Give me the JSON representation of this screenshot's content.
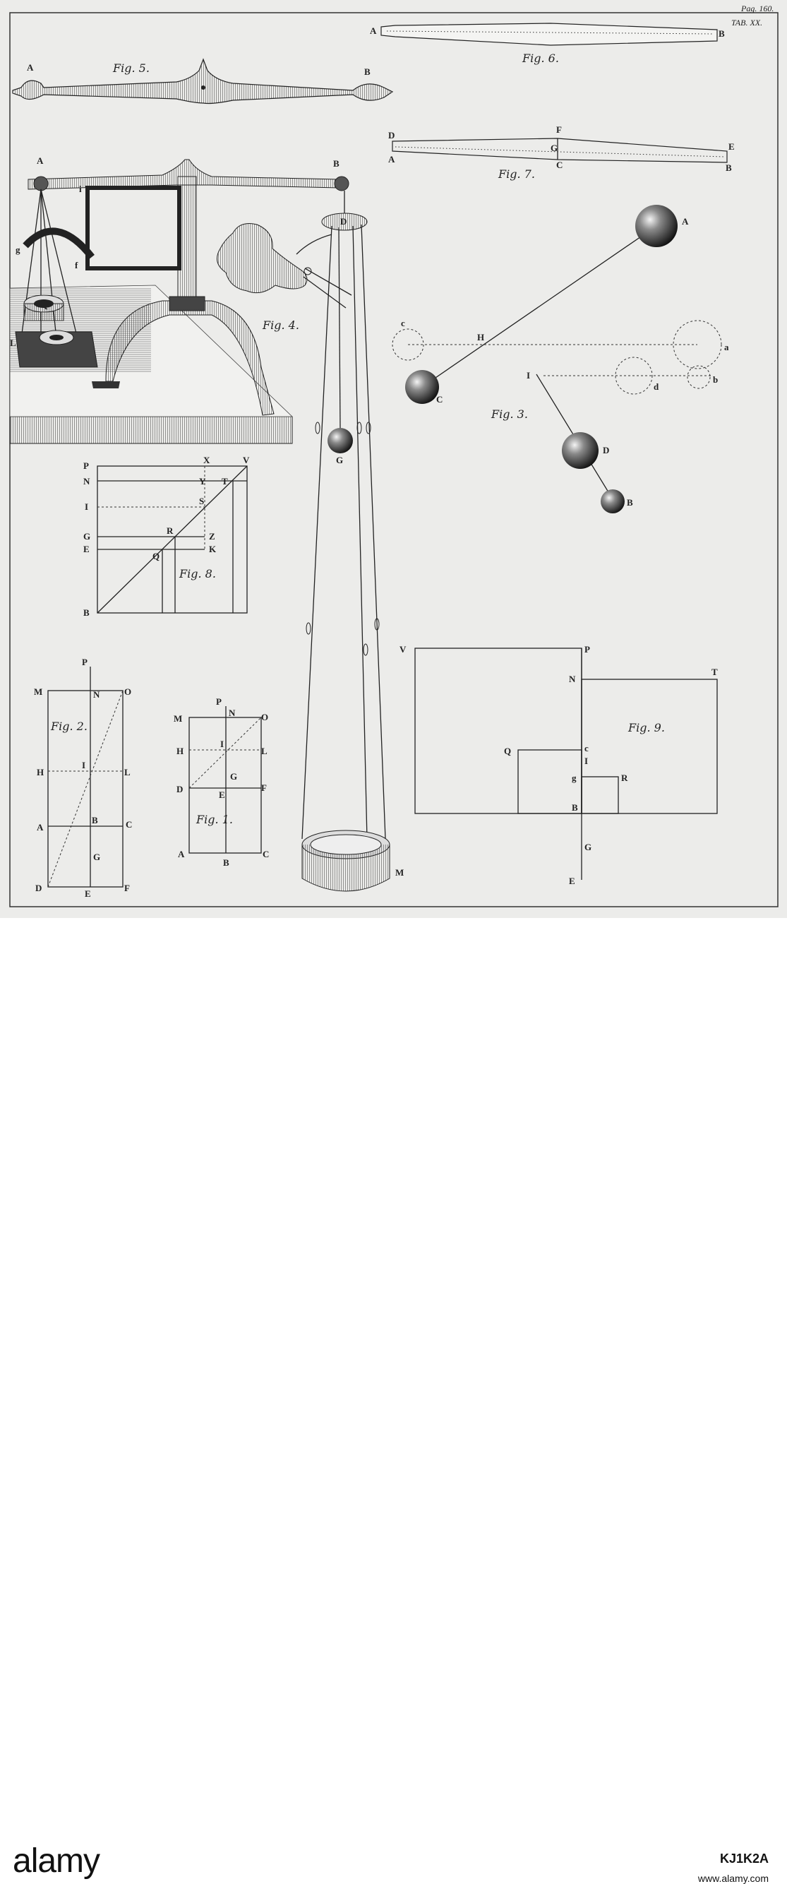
{
  "header": {
    "page_ref": "Pag. 160.",
    "table_ref": "TAB. XX."
  },
  "figures": {
    "fig1": {
      "caption": "Fig. 1.",
      "labels": {
        "P": "P",
        "N": "N",
        "O": "O",
        "M": "M",
        "I": "I",
        "H": "H",
        "L": "L",
        "G": "G",
        "D": "D",
        "E": "E",
        "F": "F",
        "A": "A",
        "B": "B",
        "C": "C"
      }
    },
    "fig2": {
      "caption": "Fig. 2.",
      "labels": {
        "P": "P",
        "M": "M",
        "N": "N",
        "O": "O",
        "H": "H",
        "I": "I",
        "L": "L",
        "A": "A",
        "B": "B",
        "C": "C",
        "G": "G",
        "D": "D",
        "E": "E",
        "F": "F"
      }
    },
    "fig3": {
      "caption": "Fig. 3.",
      "labels": {
        "A": "A",
        "c": "c",
        "H": "H",
        "a": "a",
        "C": "C",
        "I": "I",
        "d": "d",
        "b": "b",
        "D": "D",
        "B": "B"
      }
    },
    "fig4": {
      "caption": "Fig. 4.",
      "labels": {
        "A": "A",
        "B": "B",
        "D": "D",
        "i": "i",
        "g": "g",
        "f": "f",
        "Q": "Q",
        "L": "L",
        "G": "G",
        "M": "M"
      }
    },
    "fig5": {
      "caption": "Fig. 5.",
      "labels": {
        "A": "A",
        "B": "B"
      }
    },
    "fig6": {
      "caption": "Fig. 6.",
      "labels": {
        "A": "A",
        "B": "B"
      }
    },
    "fig7": {
      "caption": "Fig. 7.",
      "labels": {
        "D": "D",
        "F": "F",
        "G": "G",
        "E": "E",
        "A": "A",
        "C": "C",
        "B": "B"
      }
    },
    "fig8": {
      "caption": "Fig. 8.",
      "labels": {
        "P": "P",
        "X": "X",
        "V": "V",
        "N": "N",
        "Y": "Y",
        "T": "T",
        "I": "I",
        "S": "S",
        "G": "G",
        "R": "R",
        "Z": "Z",
        "E": "E",
        "K": "K",
        "Q": "Q",
        "B": "B"
      }
    },
    "fig9": {
      "caption": "Fig. 9.",
      "labels": {
        "V": "V",
        "P": "P",
        "N": "N",
        "T": "T",
        "Q": "Q",
        "c": "c",
        "I": "I",
        "g": "g",
        "R": "R",
        "B": "B",
        "G": "G",
        "E": "E"
      }
    }
  },
  "watermark": {
    "brand": "alamy",
    "stock_id": "KJ1K2A",
    "url": "www.alamy.com"
  }
}
